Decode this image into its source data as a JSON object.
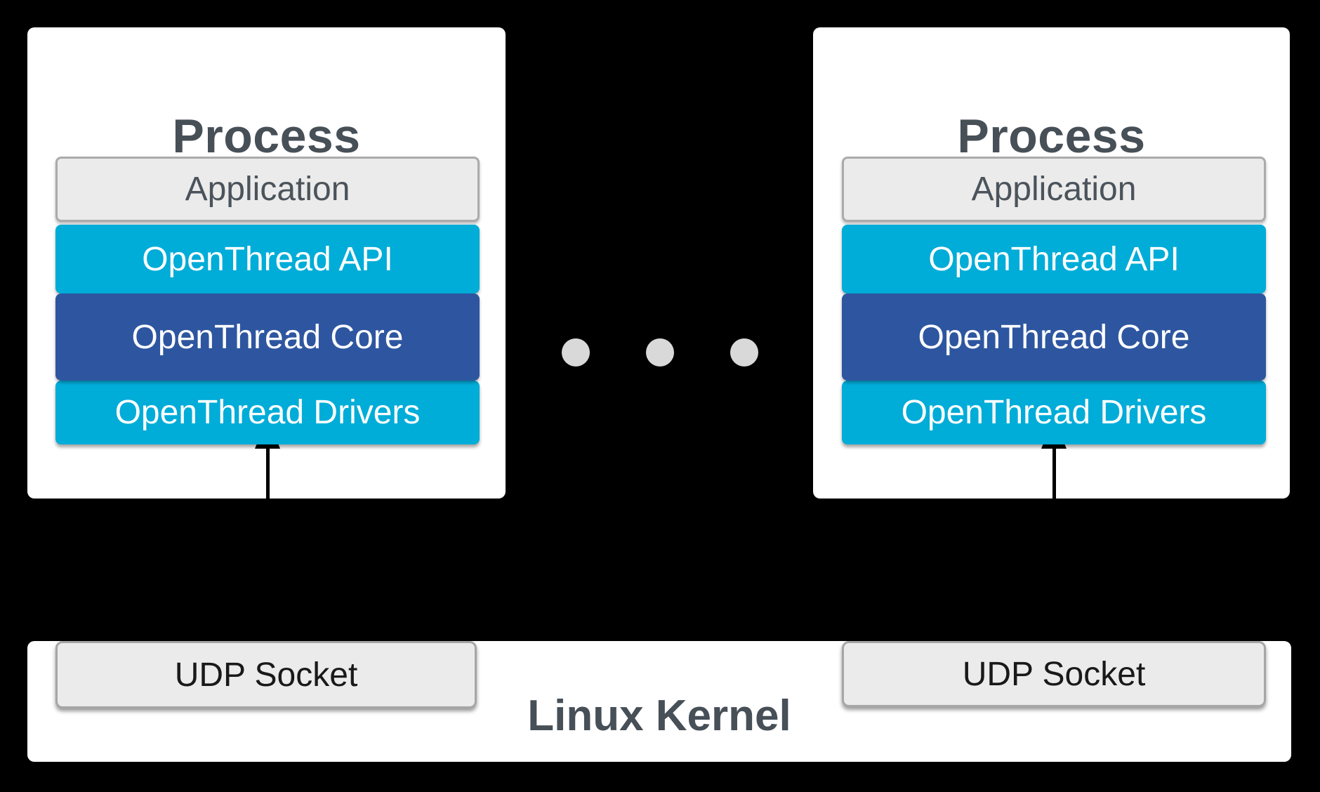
{
  "processes": [
    {
      "title": "Process",
      "layers": [
        {
          "label": "Application",
          "style": "plain"
        },
        {
          "label": "OpenThread API",
          "style": "cyan"
        },
        {
          "label": "OpenThread Core",
          "style": "blue"
        },
        {
          "label": "OpenThread Drivers",
          "style": "cyan"
        }
      ]
    },
    {
      "title": "Process",
      "layers": [
        {
          "label": "Application",
          "style": "plain"
        },
        {
          "label": "OpenThread API",
          "style": "cyan"
        },
        {
          "label": "OpenThread Core",
          "style": "blue"
        },
        {
          "label": "OpenThread Drivers",
          "style": "cyan"
        }
      ]
    }
  ],
  "ellipsis": {
    "dot_count": 3
  },
  "kernel": {
    "title": "Linux Kernel",
    "sockets": [
      {
        "label": "UDP Socket"
      },
      {
        "label": "UDP Socket"
      }
    ]
  },
  "colors": {
    "background": "#000000",
    "panel": "#FFFFFF",
    "cyan": "#00ACD8",
    "dark_blue": "#2E56A0",
    "box_fill": "#EBEBEB",
    "box_border": "#ABABAB",
    "title_text": "#474F57",
    "bar_text_light": "#FFFFFF",
    "socket_text": "#191919",
    "dot": "#D9D9D9",
    "arrow": "#000000"
  }
}
